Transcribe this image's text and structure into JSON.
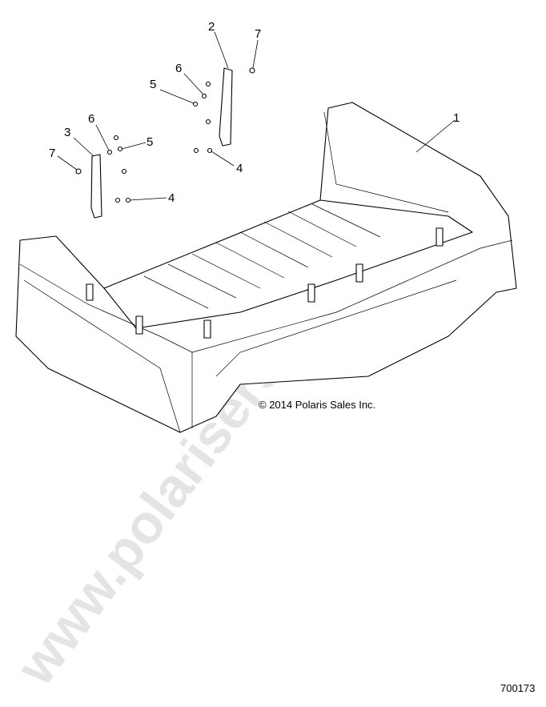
{
  "watermark": "www.polarisersatzteile.de",
  "copyright": "© 2014 Polaris Sales Inc.",
  "diagram_number": "700173",
  "callouts": [
    "1",
    "2",
    "7",
    "6",
    "5",
    "6",
    "3",
    "5",
    "7",
    "4",
    "4"
  ]
}
